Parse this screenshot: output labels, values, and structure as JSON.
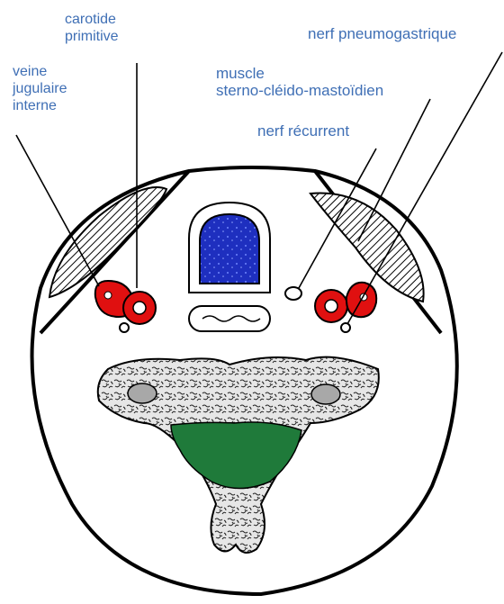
{
  "labels": {
    "carotid_line1": "carotide",
    "carotid_line2": "primitive",
    "vein_line1": "veine",
    "vein_line2": "jugulaire",
    "vein_line3": "interne",
    "vagus": "nerf pneumogastrique",
    "muscle_line1": "muscle",
    "muscle_line2": "sterno-cléido-mastoïdien",
    "recurrent": "nerf récurrent"
  },
  "colors": {
    "label_text": "#3f6fb5",
    "vessel": "#e01010",
    "trachea": "#1e2fbf",
    "spinal_cord": "#1f7a3a",
    "bone_fill": "#d8d8d8",
    "outline": "#000000"
  }
}
